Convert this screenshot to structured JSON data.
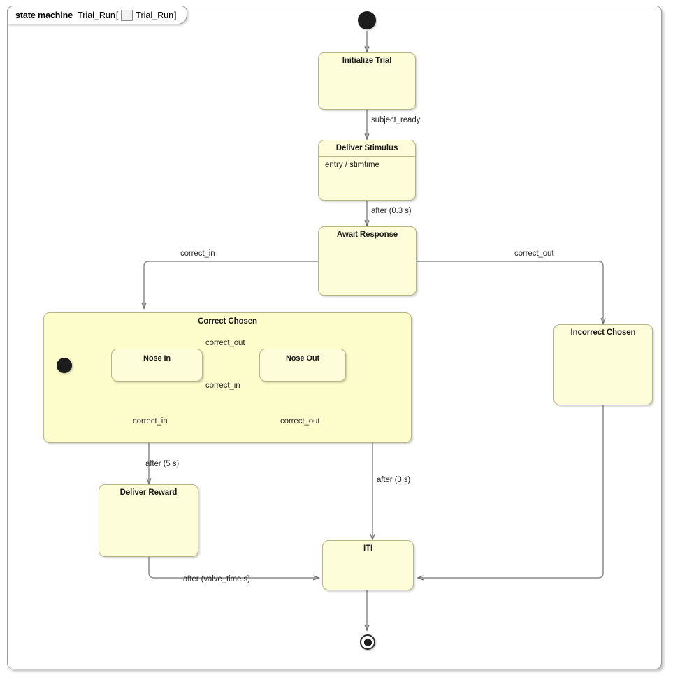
{
  "frame": {
    "keyword": "state machine",
    "name": "Trial_Run",
    "bracket_open": "[",
    "icon": "state-machine-icon",
    "qualified_name": "Trial_Run",
    "bracket_close": "]"
  },
  "palette": {
    "state_fill": "#fdfdd9",
    "composite_fill": "#fdfdcb",
    "state_border": "#b5b585",
    "frame_border": "#9a9a9a",
    "edge_color": "#7d7d7d",
    "text_color": "#1a1a1a"
  },
  "nodes": {
    "initial": {
      "name": "initial-pseudostate"
    },
    "initialize_trial": {
      "label": "Initialize Trial"
    },
    "deliver_stimulus": {
      "label": "Deliver Stimulus",
      "entry": "entry / stimtime"
    },
    "await_response": {
      "label": "Await Response"
    },
    "correct_chosen": {
      "label": "Correct Chosen"
    },
    "correct_initial": {
      "name": "correct-chosen-initial-pseudostate"
    },
    "nose_in": {
      "label": "Nose In"
    },
    "nose_out": {
      "label": "Nose Out"
    },
    "incorrect_chosen": {
      "label": "Incorrect Chosen"
    },
    "deliver_reward": {
      "label": "Deliver Reward"
    },
    "iti": {
      "label": "ITI"
    },
    "final": {
      "name": "final-state"
    }
  },
  "transitions": [
    {
      "id": "t1",
      "from": "initial",
      "to": "initialize_trial",
      "label": ""
    },
    {
      "id": "t2",
      "from": "initialize_trial",
      "to": "deliver_stimulus",
      "label": "subject_ready"
    },
    {
      "id": "t3",
      "from": "deliver_stimulus",
      "to": "await_response",
      "label": "after (0.3 s)"
    },
    {
      "id": "t4",
      "from": "await_response",
      "to": "correct_chosen",
      "label": "correct_in"
    },
    {
      "id": "t5",
      "from": "await_response",
      "to": "incorrect_chosen",
      "label": "correct_out"
    },
    {
      "id": "t6",
      "from": "correct_initial",
      "to": "nose_in",
      "label": ""
    },
    {
      "id": "t7",
      "from": "nose_in",
      "to": "nose_out",
      "label": "correct_out"
    },
    {
      "id": "t8",
      "from": "nose_out",
      "to": "nose_in",
      "label": "correct_in"
    },
    {
      "id": "t9",
      "from": "nose_in",
      "to": "nose_in",
      "label": "correct_in"
    },
    {
      "id": "t10",
      "from": "nose_out",
      "to": "nose_out",
      "label": "correct_out"
    },
    {
      "id": "t11",
      "from": "correct_chosen",
      "to": "deliver_reward",
      "label": "after (5 s)"
    },
    {
      "id": "t12",
      "from": "nose_out",
      "to": "iti",
      "label": "after (3 s)"
    },
    {
      "id": "t13",
      "from": "deliver_reward",
      "to": "iti",
      "label": "after (valve_time s)"
    },
    {
      "id": "t14",
      "from": "incorrect_chosen",
      "to": "iti",
      "label": ""
    },
    {
      "id": "t15",
      "from": "iti",
      "to": "final",
      "label": ""
    }
  ]
}
